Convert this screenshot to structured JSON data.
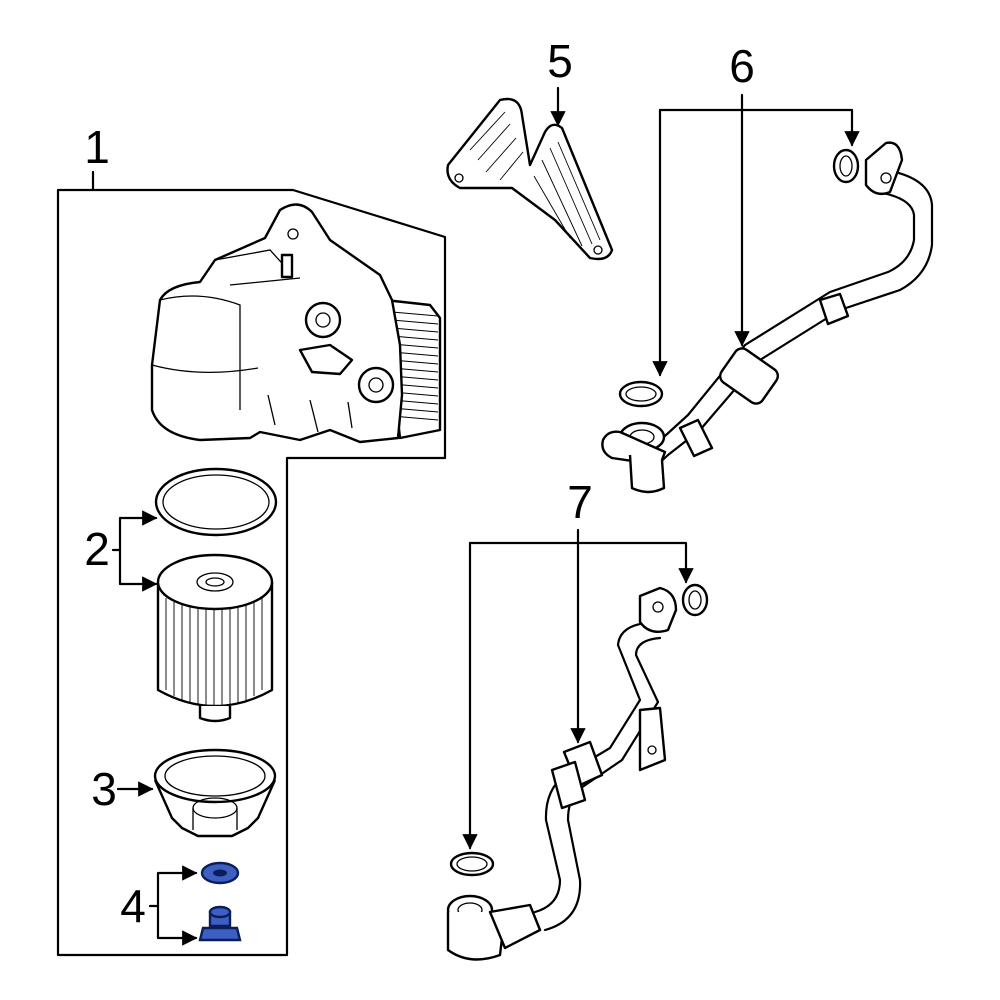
{
  "callouts": {
    "c1": "1",
    "c2": "2",
    "c3": "3",
    "c4": "4",
    "c5": "5",
    "c6": "6",
    "c7": "7"
  },
  "colors": {
    "line": "#000000",
    "background": "#ffffff",
    "highlight_fill": "#3d5fc2",
    "highlight_stroke": "#0b1d5a"
  }
}
